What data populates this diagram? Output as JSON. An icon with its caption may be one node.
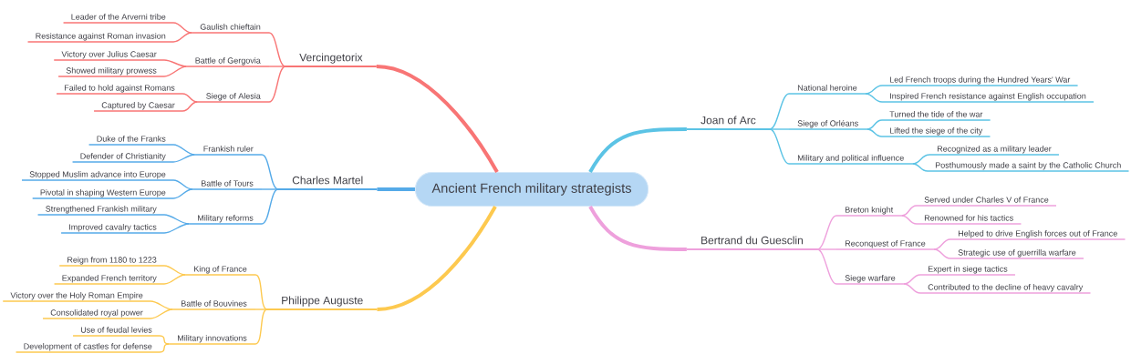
{
  "diagram": {
    "nodes": [
      {
        "text": [
          "Ancient French military strategists"
        ]
      },
      {
        "text": [
          "Vercingetorix"
        ]
      },
      {
        "text": [
          "Gaulish chieftain"
        ]
      },
      {
        "text": [
          "Leader of the Arverni tribe"
        ]
      },
      {
        "text": [
          "Resistance against Roman invasion"
        ]
      },
      {
        "text": [
          "Battle of Gergovia"
        ]
      },
      {
        "text": [
          "Victory over Julius Caesar"
        ]
      },
      {
        "text": [
          "Showed military prowess"
        ]
      },
      {
        "text": [
          "Siege of Alesia"
        ]
      },
      {
        "text": [
          "Failed to hold against Romans"
        ]
      },
      {
        "text": [
          "Captured by Caesar"
        ]
      },
      {
        "text": [
          "Charles Martel"
        ]
      },
      {
        "text": [
          "Frankish ruler"
        ]
      },
      {
        "text": [
          "Duke of the Franks"
        ]
      },
      {
        "text": [
          "Defender of Christianity"
        ]
      },
      {
        "text": [
          "Battle of Tours"
        ]
      },
      {
        "text": [
          "Stopped Muslim advance into Europe"
        ]
      },
      {
        "text": [
          "Pivotal in shaping Western Europe"
        ]
      },
      {
        "text": [
          "Military reforms"
        ]
      },
      {
        "text": [
          "Strengthened Frankish military"
        ]
      },
      {
        "text": [
          "Improved cavalry tactics"
        ]
      },
      {
        "text": [
          "Philippe Auguste"
        ]
      },
      {
        "text": [
          "King of France"
        ]
      },
      {
        "text": [
          "Reign from 1180 to 1223"
        ]
      },
      {
        "text": [
          "Expanded French territory"
        ]
      },
      {
        "text": [
          "Battle of Bouvines"
        ]
      },
      {
        "text": [
          "Victory over the Holy Roman Empire"
        ]
      },
      {
        "text": [
          "Consolidated royal power"
        ]
      },
      {
        "text": [
          "Military innovations"
        ]
      },
      {
        "text": [
          "Use of feudal levies"
        ]
      },
      {
        "text": [
          "Development of castles for defense"
        ]
      },
      {
        "text": [
          "Joan of Arc"
        ]
      },
      {
        "text": [
          "National heroine"
        ]
      },
      {
        "text": [
          "Led French troops during the Hundred Years' War"
        ]
      },
      {
        "text": [
          "Inspired French resistance against English occupation"
        ]
      },
      {
        "text": [
          "Siege of Orléans"
        ]
      },
      {
        "text": [
          "Turned the tide of the war"
        ]
      },
      {
        "text": [
          "Lifted the siege of the city"
        ]
      },
      {
        "text": [
          "Military and political influence"
        ]
      },
      {
        "text": [
          "Recognized as a military leader"
        ]
      },
      {
        "text": [
          "Posthumously made a saint by the Catholic Church"
        ]
      },
      {
        "text": [
          "Bertrand du Guesclin"
        ]
      },
      {
        "text": [
          "Breton knight"
        ]
      },
      {
        "text": [
          "Served under Charles V of France"
        ]
      },
      {
        "text": [
          "Renowned for his tactics"
        ]
      },
      {
        "text": [
          "Reconquest of France"
        ]
      },
      {
        "text": [
          "Helped to drive English forces out of France"
        ]
      },
      {
        "text": [
          "Strategic use of guerrilla warfare"
        ]
      },
      {
        "text": [
          "Siege warfare"
        ]
      },
      {
        "text": [
          "Expert in siege tactics"
        ]
      },
      {
        "text": [
          "Contributed to the decline of heavy cavalry"
        ]
      }
    ],
    "edges": [
      {
        "from": 0,
        "to": 1,
        "arrow": "none",
        "style": "thick",
        "color": "#f87575"
      },
      {
        "from": 1,
        "to": 2,
        "arrow": "none",
        "color": "#f87575"
      },
      {
        "from": 2,
        "to": 3,
        "arrow": "none",
        "color": "#f87575"
      },
      {
        "from": 2,
        "to": 4,
        "arrow": "none",
        "color": "#f87575"
      },
      {
        "from": 1,
        "to": 5,
        "arrow": "none",
        "color": "#f87575"
      },
      {
        "from": 5,
        "to": 6,
        "arrow": "none",
        "color": "#f87575"
      },
      {
        "from": 5,
        "to": 7,
        "arrow": "none",
        "color": "#f87575"
      },
      {
        "from": 1,
        "to": 8,
        "arrow": "none",
        "color": "#f87575"
      },
      {
        "from": 8,
        "to": 9,
        "arrow": "none",
        "color": "#f87575"
      },
      {
        "from": 8,
        "to": 10,
        "arrow": "none",
        "color": "#f87575"
      },
      {
        "from": 0,
        "to": 11,
        "arrow": "none",
        "style": "thick",
        "color": "#55aae8"
      },
      {
        "from": 11,
        "to": 12,
        "arrow": "none",
        "color": "#55aae8"
      },
      {
        "from": 12,
        "to": 13,
        "arrow": "none",
        "color": "#55aae8"
      },
      {
        "from": 12,
        "to": 14,
        "arrow": "none",
        "color": "#55aae8"
      },
      {
        "from": 11,
        "to": 15,
        "arrow": "none",
        "color": "#55aae8"
      },
      {
        "from": 15,
        "to": 16,
        "arrow": "none",
        "color": "#55aae8"
      },
      {
        "from": 15,
        "to": 17,
        "arrow": "none",
        "color": "#55aae8"
      },
      {
        "from": 11,
        "to": 18,
        "arrow": "none",
        "color": "#55aae8"
      },
      {
        "from": 18,
        "to": 19,
        "arrow": "none",
        "color": "#55aae8"
      },
      {
        "from": 18,
        "to": 20,
        "arrow": "none",
        "color": "#55aae8"
      },
      {
        "from": 0,
        "to": 21,
        "arrow": "none",
        "style": "thick",
        "color": "#fdc94f"
      },
      {
        "from": 21,
        "to": 22,
        "arrow": "none",
        "color": "#fdc94f"
      },
      {
        "from": 22,
        "to": 23,
        "arrow": "none",
        "color": "#fdc94f"
      },
      {
        "from": 22,
        "to": 24,
        "arrow": "none",
        "color": "#fdc94f"
      },
      {
        "from": 21,
        "to": 25,
        "arrow": "none",
        "color": "#fdc94f"
      },
      {
        "from": 25,
        "to": 26,
        "arrow": "none",
        "color": "#fdc94f"
      },
      {
        "from": 25,
        "to": 27,
        "arrow": "none",
        "color": "#fdc94f"
      },
      {
        "from": 21,
        "to": 28,
        "arrow": "none",
        "color": "#fdc94f"
      },
      {
        "from": 28,
        "to": 29,
        "arrow": "none",
        "color": "#fdc94f"
      },
      {
        "from": 28,
        "to": 30,
        "arrow": "none",
        "color": "#fdc94f"
      },
      {
        "from": 0,
        "to": 31,
        "arrow": "none",
        "style": "thick",
        "color": "#5bc3e5"
      },
      {
        "from": 31,
        "to": 32,
        "arrow": "none",
        "color": "#5bc3e5"
      },
      {
        "from": 32,
        "to": 33,
        "arrow": "none",
        "color": "#5bc3e5"
      },
      {
        "from": 32,
        "to": 34,
        "arrow": "none",
        "color": "#5bc3e5"
      },
      {
        "from": 31,
        "to": 35,
        "arrow": "none",
        "color": "#5bc3e5"
      },
      {
        "from": 35,
        "to": 36,
        "arrow": "none",
        "color": "#5bc3e5"
      },
      {
        "from": 35,
        "to": 37,
        "arrow": "none",
        "color": "#5bc3e5"
      },
      {
        "from": 31,
        "to": 38,
        "arrow": "none",
        "color": "#5bc3e5"
      },
      {
        "from": 38,
        "to": 39,
        "arrow": "none",
        "color": "#5bc3e5"
      },
      {
        "from": 38,
        "to": 40,
        "arrow": "none",
        "color": "#5bc3e5"
      },
      {
        "from": 0,
        "to": 41,
        "arrow": "none",
        "style": "thick",
        "color": "#eea0dc"
      },
      {
        "from": 41,
        "to": 42,
        "arrow": "none",
        "color": "#eea0dc"
      },
      {
        "from": 42,
        "to": 43,
        "arrow": "none",
        "color": "#eea0dc"
      },
      {
        "from": 42,
        "to": 44,
        "arrow": "none",
        "color": "#eea0dc"
      },
      {
        "from": 41,
        "to": 45,
        "arrow": "none",
        "color": "#eea0dc"
      },
      {
        "from": 45,
        "to": 46,
        "arrow": "none",
        "color": "#eea0dc"
      },
      {
        "from": 45,
        "to": 47,
        "arrow": "none",
        "color": "#eea0dc"
      },
      {
        "from": 41,
        "to": 48,
        "arrow": "none",
        "color": "#eea0dc"
      },
      {
        "from": 48,
        "to": 49,
        "arrow": "none",
        "color": "#eea0dc"
      },
      {
        "from": 48,
        "to": 50,
        "arrow": "none",
        "color": "#eea0dc"
      }
    ]
  }
}
